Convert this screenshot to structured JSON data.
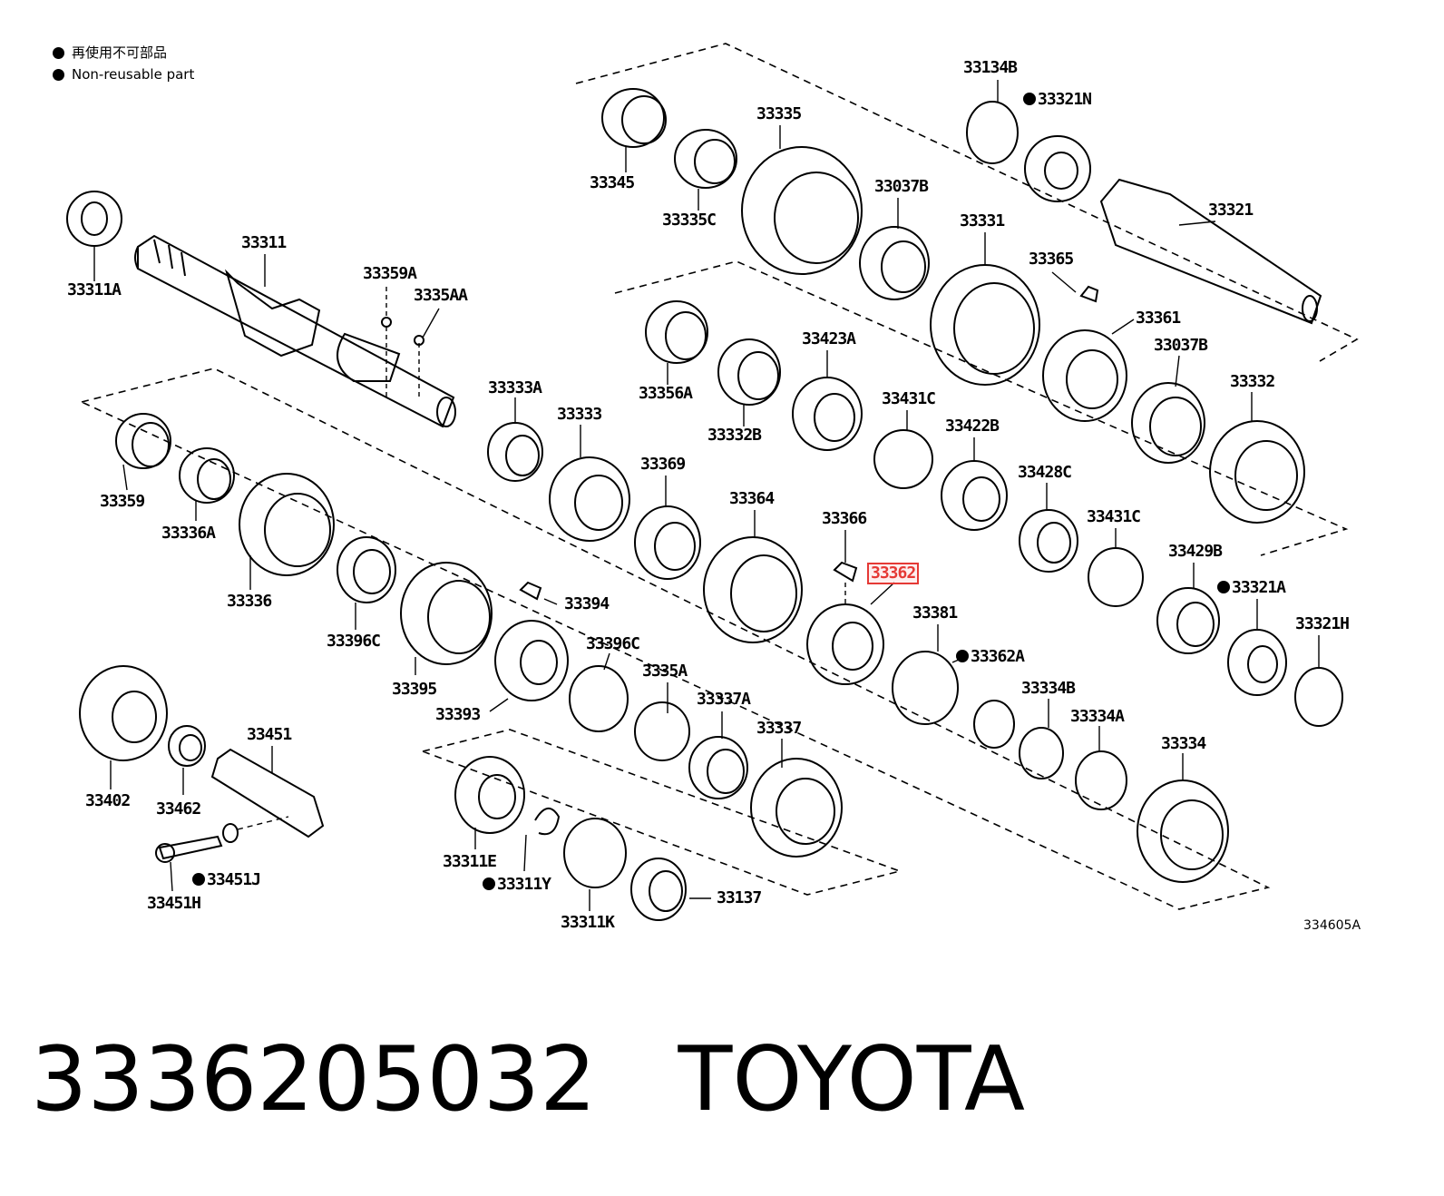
{
  "legend": {
    "items": [
      {
        "label": "再使用不可部品"
      },
      {
        "label": "Non-reusable part"
      }
    ]
  },
  "figure_code": "334605A",
  "caption": {
    "part_number": "3336205032",
    "brand": "TOYOTA"
  },
  "highlighted_part": "33362",
  "parts": [
    {
      "id": "33311A",
      "non_reusable": false
    },
    {
      "id": "33311",
      "non_reusable": false
    },
    {
      "id": "33359A",
      "non_reusable": false
    },
    {
      "id": "3335AA",
      "non_reusable": false
    },
    {
      "id": "33345",
      "non_reusable": false
    },
    {
      "id": "33335C",
      "non_reusable": false
    },
    {
      "id": "33335",
      "non_reusable": false
    },
    {
      "id": "33037B",
      "non_reusable": false
    },
    {
      "id": "33134B",
      "non_reusable": false
    },
    {
      "id": "33321N",
      "non_reusable": true
    },
    {
      "id": "33321",
      "non_reusable": false
    },
    {
      "id": "33331",
      "non_reusable": false
    },
    {
      "id": "33365",
      "non_reusable": false
    },
    {
      "id": "33361",
      "non_reusable": false
    },
    {
      "id": "33037B",
      "non_reusable": false
    },
    {
      "id": "33332",
      "non_reusable": false
    },
    {
      "id": "33356A",
      "non_reusable": false
    },
    {
      "id": "33332B",
      "non_reusable": false
    },
    {
      "id": "33423A",
      "non_reusable": false
    },
    {
      "id": "33431C",
      "non_reusable": false
    },
    {
      "id": "33422B",
      "non_reusable": false
    },
    {
      "id": "33428C",
      "non_reusable": false
    },
    {
      "id": "33431C",
      "non_reusable": false
    },
    {
      "id": "33429B",
      "non_reusable": false
    },
    {
      "id": "33321A",
      "non_reusable": true
    },
    {
      "id": "33321H",
      "non_reusable": false
    },
    {
      "id": "33333A",
      "non_reusable": false
    },
    {
      "id": "33333",
      "non_reusable": false
    },
    {
      "id": "33369",
      "non_reusable": false
    },
    {
      "id": "33364",
      "non_reusable": false
    },
    {
      "id": "33366",
      "non_reusable": false
    },
    {
      "id": "33362",
      "non_reusable": false
    },
    {
      "id": "33381",
      "non_reusable": false
    },
    {
      "id": "33362A",
      "non_reusable": true
    },
    {
      "id": "33334B",
      "non_reusable": false
    },
    {
      "id": "33334A",
      "non_reusable": false
    },
    {
      "id": "33334",
      "non_reusable": false
    },
    {
      "id": "33359",
      "non_reusable": false
    },
    {
      "id": "33336A",
      "non_reusable": false
    },
    {
      "id": "33336",
      "non_reusable": false
    },
    {
      "id": "33396C",
      "non_reusable": false
    },
    {
      "id": "33395",
      "non_reusable": false
    },
    {
      "id": "33394",
      "non_reusable": false
    },
    {
      "id": "33393",
      "non_reusable": false
    },
    {
      "id": "33396C",
      "non_reusable": false
    },
    {
      "id": "3335A",
      "non_reusable": false
    },
    {
      "id": "33337A",
      "non_reusable": false
    },
    {
      "id": "33337",
      "non_reusable": false
    },
    {
      "id": "33402",
      "non_reusable": false
    },
    {
      "id": "33462",
      "non_reusable": false
    },
    {
      "id": "33451",
      "non_reusable": false
    },
    {
      "id": "33451J",
      "non_reusable": true
    },
    {
      "id": "33451H",
      "non_reusable": false
    },
    {
      "id": "33311E",
      "non_reusable": false
    },
    {
      "id": "33311Y",
      "non_reusable": true
    },
    {
      "id": "33311K",
      "non_reusable": false
    },
    {
      "id": "33137",
      "non_reusable": false
    }
  ]
}
